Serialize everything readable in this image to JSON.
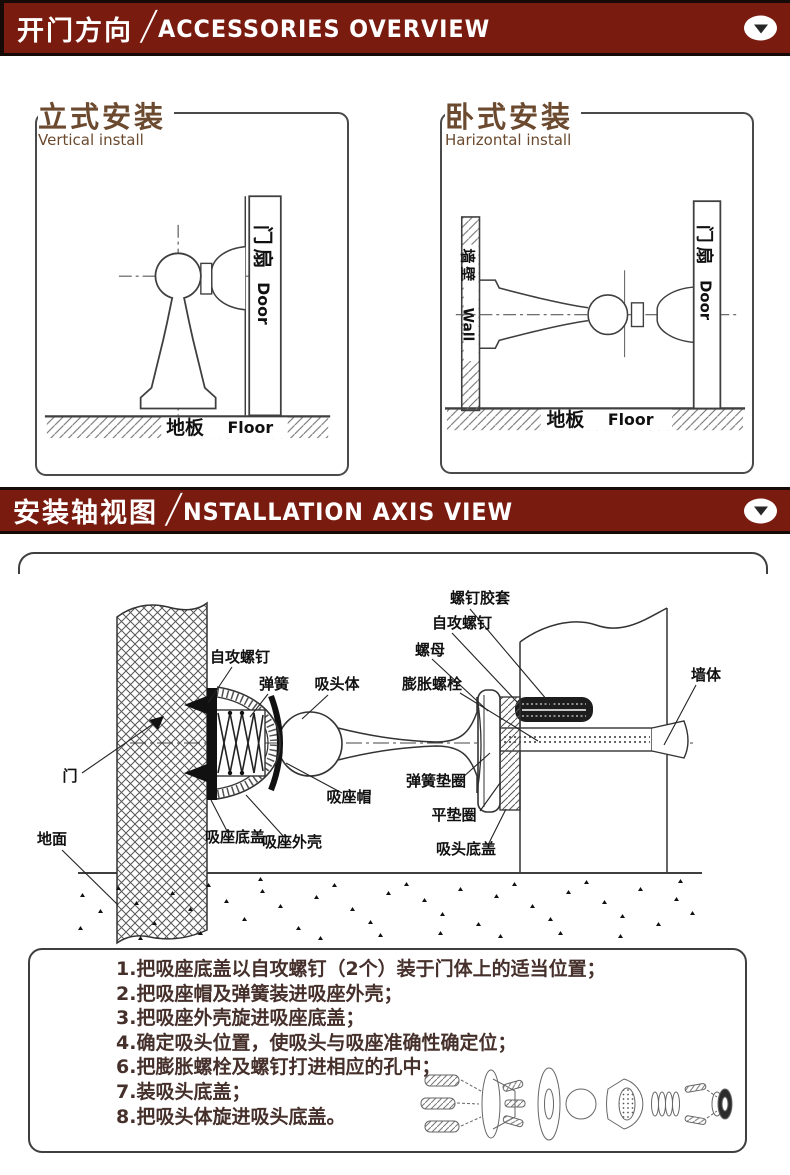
{
  "colors": {
    "header_bg": "#7a1b10",
    "header_text": "#ffffff",
    "title_brown": "#6b4a2f",
    "body_text": "#46302b",
    "line_art": "#3f3f3f"
  },
  "header_accessories": {
    "zh": "开门方向",
    "slash": "/",
    "en": "ACCESSORIES OVERVIEW"
  },
  "header_axis": {
    "zh": "安装轴视图",
    "slash": "/",
    "en": "NSTALLATION AXIS VIEW"
  },
  "panels": {
    "vertical": {
      "title_zh": "立式安装",
      "title_en": "Vertical install",
      "door_zh": "门扇",
      "door_en": "Door",
      "floor_zh": "地板",
      "floor_en": "Floor"
    },
    "horizontal": {
      "title_zh": "卧式安装",
      "title_en": "Harizontal install",
      "wall_zh": "墙壁",
      "wall_en": "Wall",
      "door_zh": "门扇",
      "door_en": "Door",
      "floor_zh": "地板",
      "floor_en": "Floor"
    }
  },
  "axis_labels": {
    "screw_sleeve": "螺钉胶套",
    "self_tapping_screw_right": "自攻螺钉",
    "nut": "螺母",
    "expansion_bolt": "膨胀螺栓",
    "wall_body": "墙体",
    "self_tapping_screw_left": "自攻螺钉",
    "spring": "弹簧",
    "suction_head_body": "吸头体",
    "door": "门",
    "suction_seat_cap": "吸座帽",
    "spring_washer": "弹簧垫圈",
    "flat_washer": "平垫圈",
    "suction_seat_base_cover": "吸座底盖",
    "suction_seat_shell": "吸座外壳",
    "suction_head_base_cover": "吸头底盖",
    "ground": "地面"
  },
  "instructions": {
    "steps": [
      "1.把吸座底盖以自攻螺钉（2个）装于门体上的适当位置；",
      "2.把吸座帽及弹簧装进吸座外壳；",
      "3.把吸座外壳旋进吸座底盖；",
      "4.确定吸头位置，使吸头与吸座准确性确定位；",
      "6.把膨胀螺栓及螺钉打进相应的孔中；",
      "7.装吸头底盖；",
      "8.把吸头体旋进吸头底盖。"
    ]
  }
}
